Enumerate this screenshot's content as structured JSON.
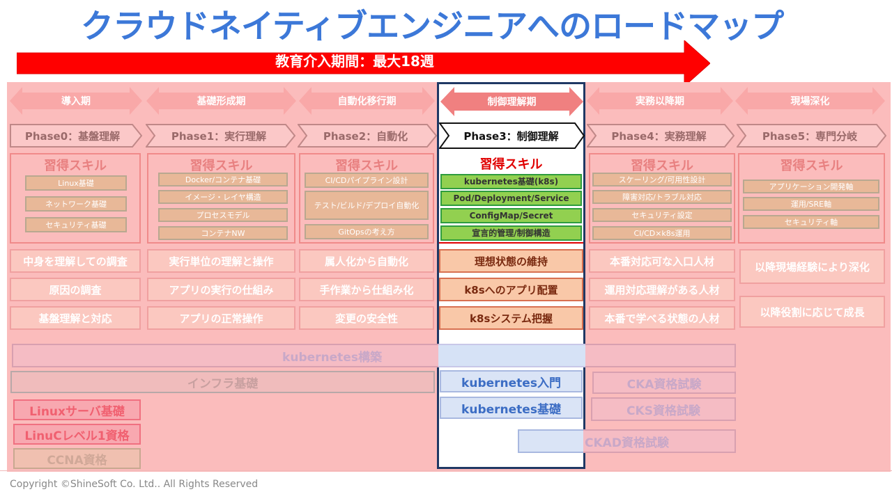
{
  "title": "クラウドネイティブエンジニアへのロードマップ",
  "intervention_period": "教育介入期間：最大18週",
  "stages": [
    "導入期",
    "基礎形成期",
    "自動化移行期",
    "制御理解期",
    "実務以降期",
    "現場深化"
  ],
  "phases": [
    "Phase0：基盤理解",
    "Phase1：実行理解",
    "Phase2：自動化",
    "Phase3：制御理解",
    "Phase4：実務理解",
    "Phase5：専門分岐"
  ],
  "skill_title": "習得スキル",
  "skills": {
    "phase0": [
      "Linux基礎",
      "ネットワーク基礎",
      "セキュリティ基礎"
    ],
    "phase1": [
      "Docker/コンテナ基礎",
      "イメージ・レイヤ構造",
      "プロセスモデル",
      "コンテナNW"
    ],
    "phase2": [
      "CI/CDパイプライン設計",
      "テスト/ビルド/デプロイ自動化",
      "GitOpsの考え方"
    ],
    "phase3": [
      "kubernetes基礎(k8s)",
      "Pod/Deployment/Service",
      "ConfigMap/Secret",
      "宣言的管理/制御構造"
    ],
    "phase4": [
      "スケーリング/可用性設計",
      "障害対応/トラブル対応",
      "セキュリティ設定",
      "CI/CD×k8s運用"
    ],
    "phase5": [
      "アプリケーション開発軸",
      "運用/SRE軸",
      "セキュリティ軸"
    ]
  },
  "outcomes": {
    "phase0": [
      "中身を理解しての調査",
      "原因の調査",
      "基盤理解と対応"
    ],
    "phase1": [
      "実行単位の理解と操作",
      "アプリの実行の仕組み",
      "アプリの正常操作"
    ],
    "phase2": [
      "属人化から自動化",
      "手作業から仕組み化",
      "変更の安全性"
    ],
    "phase3": [
      "理想状態の維持",
      "k8sへのアプリ配置",
      "k8sシステム把握"
    ],
    "phase4": [
      "本番対応可な入口人材",
      "運用対応理解がある人材",
      "本番で学べる状態の人材"
    ],
    "phase5": [
      "以降現場経験により深化",
      "以降役割に応じて成長"
    ]
  },
  "courses": {
    "k8s_build": "kubernetes構築",
    "infra_basic": "インフラ基礎",
    "k8s_intro": "kubernetes入門",
    "k8s_basic": "kubernetes基礎",
    "cka": "CKA資格試験",
    "cks": "CKS資格試験",
    "ckad": "CKAD資格試験",
    "linux_server": "Linuxサーバ基礎",
    "linuc": "LinuCレベル1資格",
    "ccna": "CCNA資格"
  },
  "copyright": "Copyright ©ShineSoft Co. Ltd.. All Rights Reserved",
  "colors": {
    "title_blue": "#3c78d8",
    "arrow_red": "#ff0000",
    "background_pink": "#fbbcbc",
    "phase3_border": "#1f3864",
    "skill_red": "#e00000",
    "skill_green": "#92d050",
    "course_blue": "#3c6dc4"
  }
}
